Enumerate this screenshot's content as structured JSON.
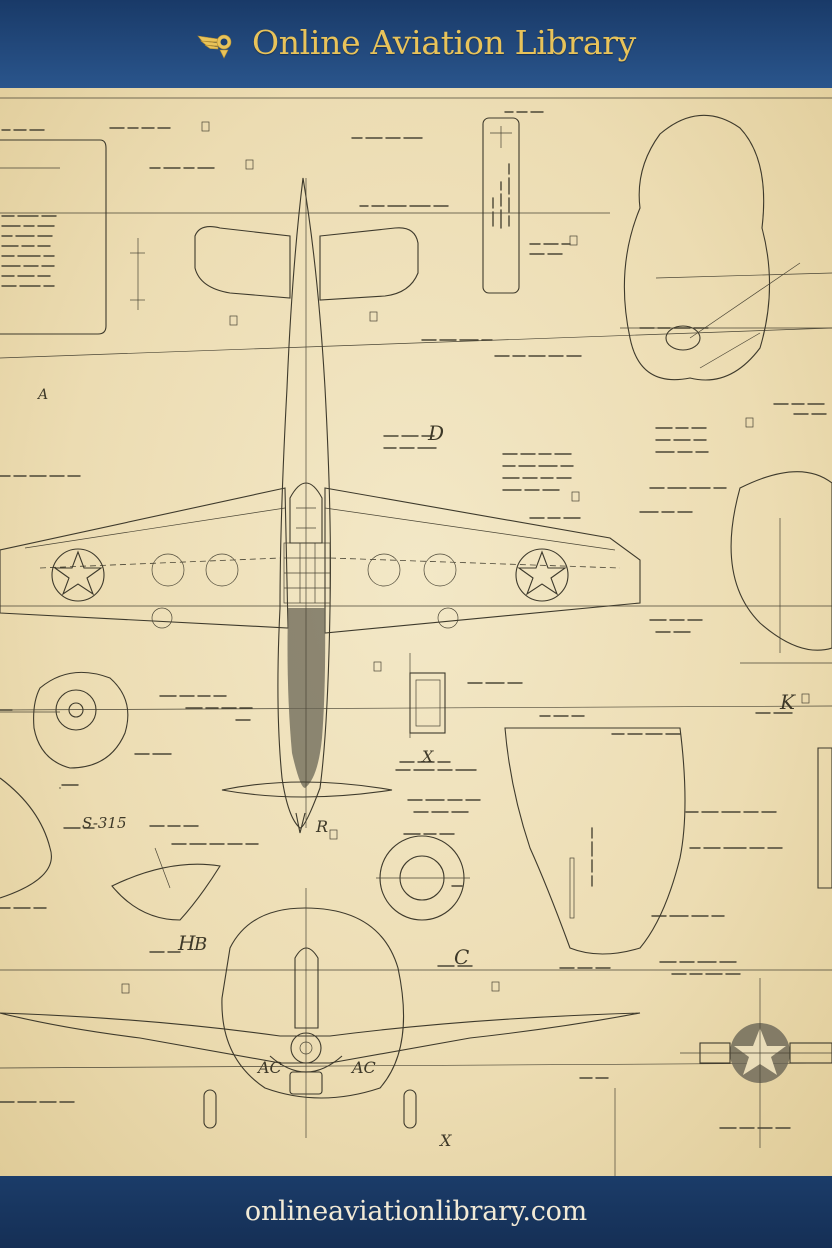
{
  "header": {
    "title": "Online Aviation Library",
    "logo_icon": "winged-emblem-icon",
    "accent_color": "#e8c35a",
    "background_color": "#1d4072"
  },
  "blueprint": {
    "labels": {
      "callout_a": "A",
      "callout_d": "D",
      "callout_k": "K",
      "callout_x": "X",
      "callout_s315": "S-315",
      "callout_h": "H",
      "callout_b": "B",
      "callout_c": "C",
      "callout_ac_left": "AC",
      "callout_ac_right": "AC",
      "callout_xb": "X",
      "callout_r": "R"
    },
    "ink_color": "#3e3a2c",
    "paper_color": "#efe3bf"
  },
  "footer": {
    "url": "onlineaviationlibrary.com",
    "text_color": "#f2ead6"
  }
}
